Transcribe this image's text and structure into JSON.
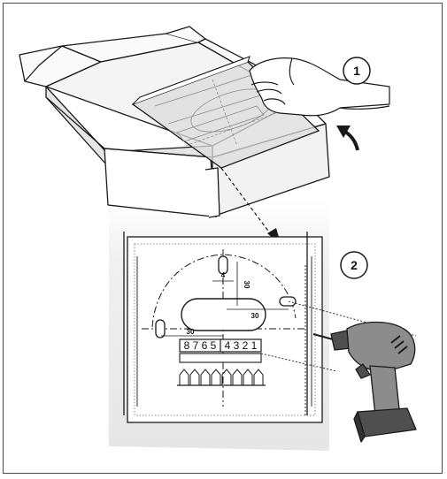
{
  "steps": [
    {
      "number": "1"
    },
    {
      "number": "2"
    }
  ],
  "template": {
    "dim_top": "4",
    "dim_side": "30",
    "dim_left": "30",
    "dim_right": "30"
  },
  "terminals": {
    "left_group": "8 7 6 5",
    "right_group": "4 3 2 1"
  },
  "icons": {
    "box": "packaging-box-icon",
    "hand": "hand-icon",
    "template": "mounting-template-icon",
    "drill": "cordless-drill-icon",
    "arrow": "curved-arrow-icon"
  },
  "colors": {
    "wall": "#eeeeee",
    "line": "#1a1a1a",
    "drill_grey": "#8c8c8c",
    "drill_dark": "#4f4f4f"
  }
}
